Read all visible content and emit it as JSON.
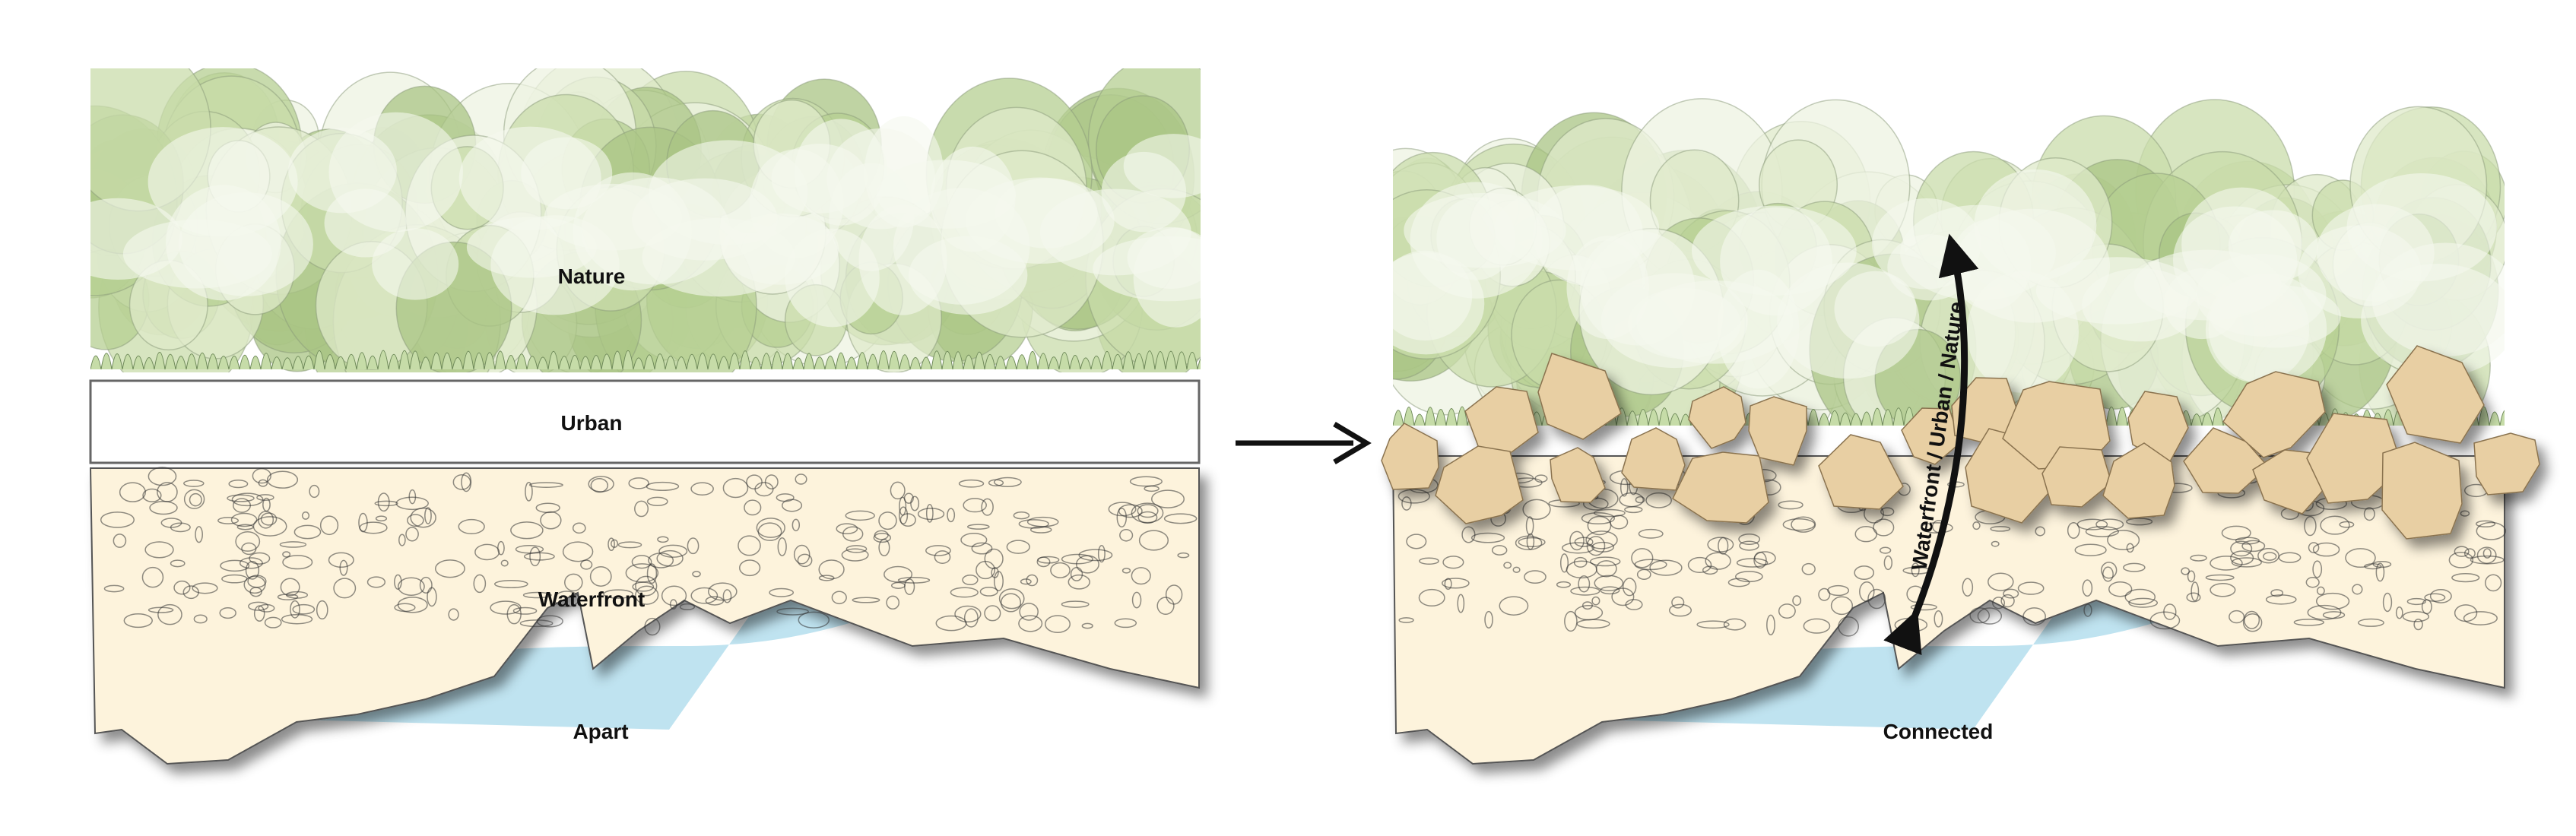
{
  "left_panel": {
    "nature_label": "Nature",
    "urban_label": "Urban",
    "waterfront_label": "Waterfront",
    "caption": "Apart"
  },
  "right_panel": {
    "arrow_label": "Waterfront / Urban / Nature",
    "caption": "Connected"
  },
  "colors": {
    "tree_greens": [
      "#c9dcab",
      "#b5cf92",
      "#dfe9c9",
      "#a9c484",
      "#eef3e2"
    ],
    "waterfront_fill": "#fdf3dc",
    "water": "#bfe3f0",
    "urban_blocks": "#e8cfa3",
    "urban_band": "#ffffff"
  }
}
